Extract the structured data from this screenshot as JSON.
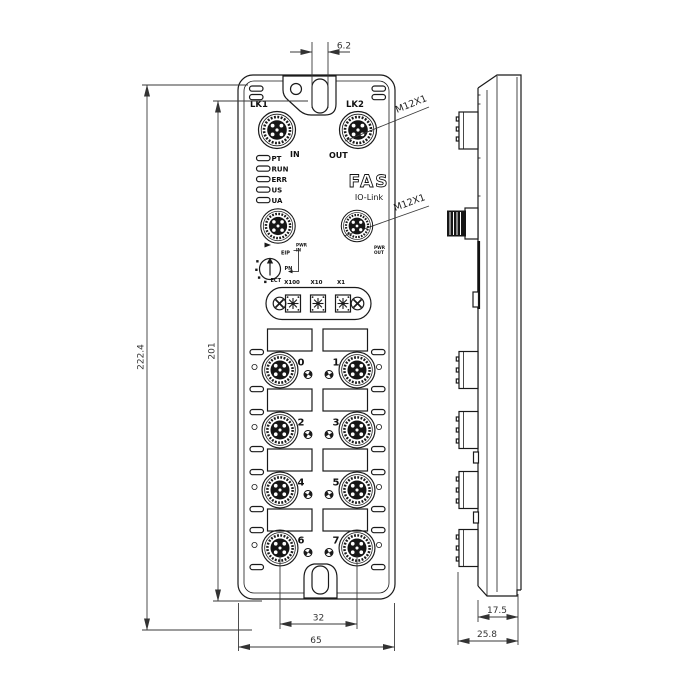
{
  "device": {
    "lk1": "LK1",
    "lk2": "LK2",
    "in_label": "IN",
    "out_label": "OUT",
    "connector_type_top": "M12X1",
    "connector_type_mid": "M12X1",
    "status_leds": [
      "PT",
      "RUN",
      "ERR",
      "US",
      "UA"
    ],
    "brand": "FAS",
    "protocol": "IO-Link",
    "pwr_in": [
      "PWR",
      "IN"
    ],
    "pwr_out": [
      "PWR",
      "OUT"
    ],
    "mode_selector": [
      "EIP",
      "PN",
      "ECT"
    ],
    "address_switches": [
      "X100",
      "X10",
      "X1"
    ],
    "ports": [
      "0",
      "1",
      "2",
      "3",
      "4",
      "5",
      "6",
      "7"
    ]
  },
  "dimensions_mm": {
    "slot_width": "6.2",
    "overall_height": "222.4",
    "mounting_hole_spacing": "201",
    "port_spacing": "32",
    "overall_width": "65",
    "body_depth": "17.5",
    "overall_depth": "25.8"
  }
}
